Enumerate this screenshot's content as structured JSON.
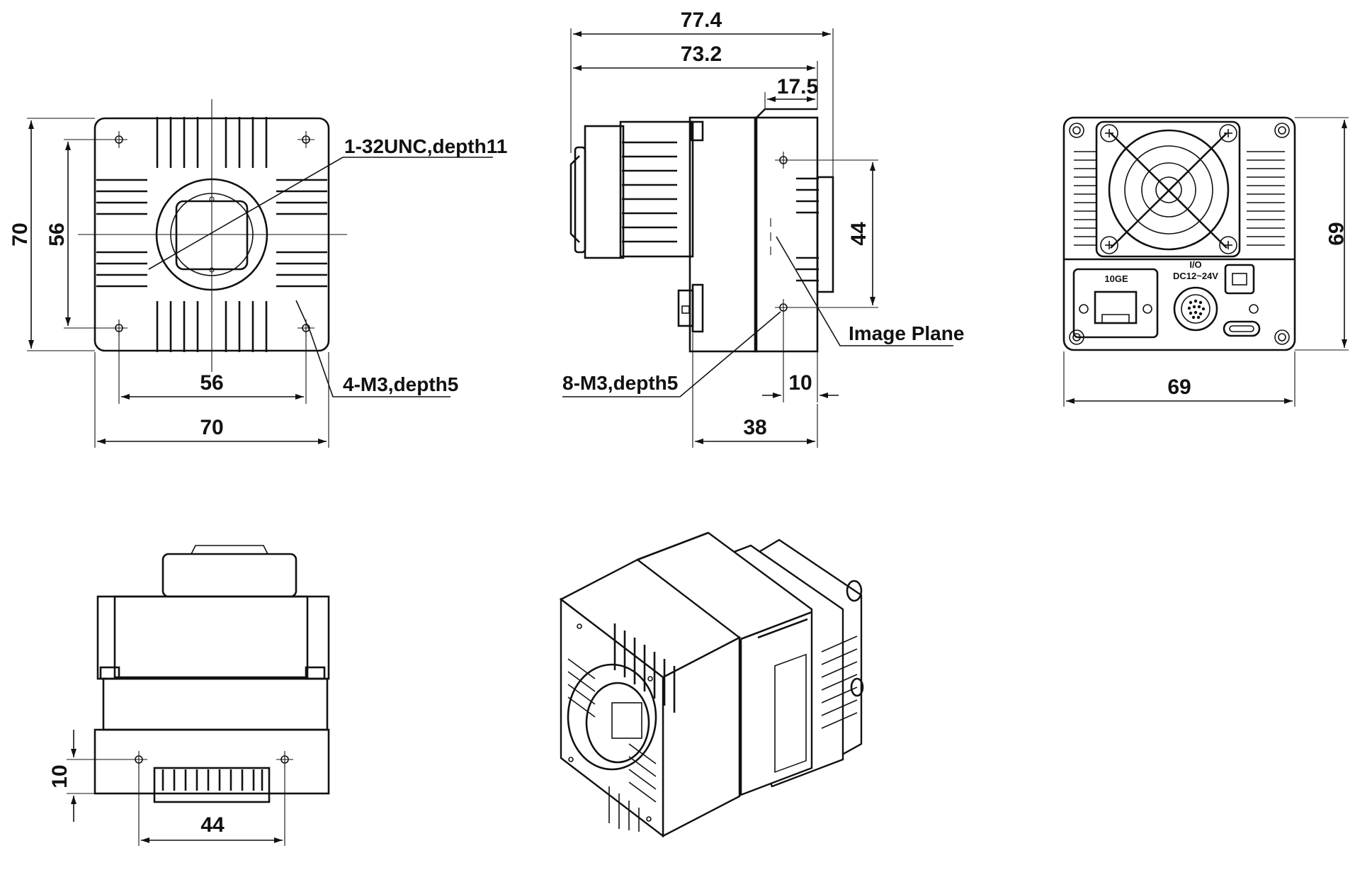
{
  "colors": {
    "line": "#111111",
    "background": "#ffffff"
  },
  "front_view": {
    "dim_height_outer": "70",
    "dim_height_holes": "56",
    "dim_width_holes": "56",
    "dim_width_outer": "70",
    "callout_mount": "1-32UNC,depth11",
    "callout_holes": "4-M3,depth5"
  },
  "side_view": {
    "dim_total_length": "77.4",
    "dim_body_length": "73.2",
    "dim_flange": "17.5",
    "dim_hole_spacing": "44",
    "dim_hole_offset": "10",
    "dim_rear_length": "38",
    "callout_image_plane": "Image Plane",
    "callout_holes": "8-M3,depth5"
  },
  "rear_view": {
    "dim_height": "69",
    "dim_width": "69",
    "port_ethernet": "10GE",
    "port_io_line1": "I/O",
    "port_io_line2": "DC12~24V"
  },
  "bottom_view": {
    "dim_hole_offset": "10",
    "dim_hole_spacing": "44"
  }
}
